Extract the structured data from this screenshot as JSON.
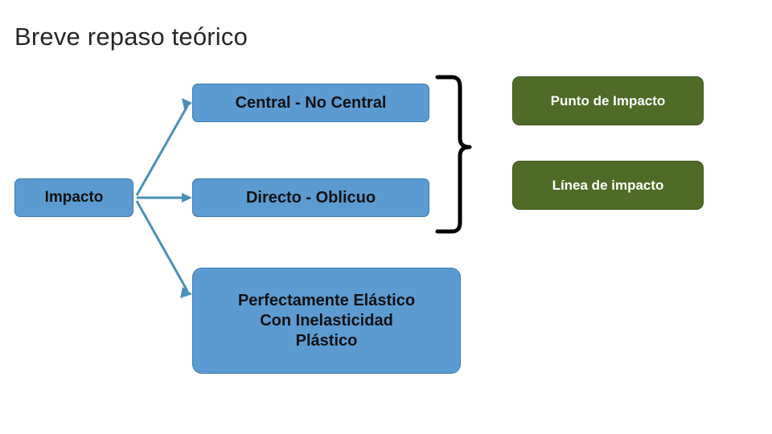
{
  "slide": {
    "title": "Breve repaso teórico",
    "background_color": "#ffffff"
  },
  "palette": {
    "blue_node": "#5b9bd1",
    "green_node": "#4f6b28",
    "connector": "#4a90b8",
    "brace": "#000000",
    "title_text": "#262626"
  },
  "diagram": {
    "root": {
      "label": "Impacto",
      "color": "#5b9bd1"
    },
    "branches": [
      {
        "label": "Central - No Central",
        "color": "#5b9bd1"
      },
      {
        "label": "Directo - Oblicuo",
        "color": "#5b9bd1"
      },
      {
        "label": "Perfectamente Elástico Con Inelasticidad Plástico",
        "lines": [
          "Perfectamente Elástico",
          "Con Inelasticidad",
          "Plástico"
        ],
        "color": "#5b9bd1"
      }
    ],
    "results": [
      {
        "label": "Punto de Impacto",
        "color": "#4f6b28"
      },
      {
        "label": "Línea de impacto",
        "color": "#4f6b28"
      }
    ],
    "brace": "right-curly-brace"
  }
}
